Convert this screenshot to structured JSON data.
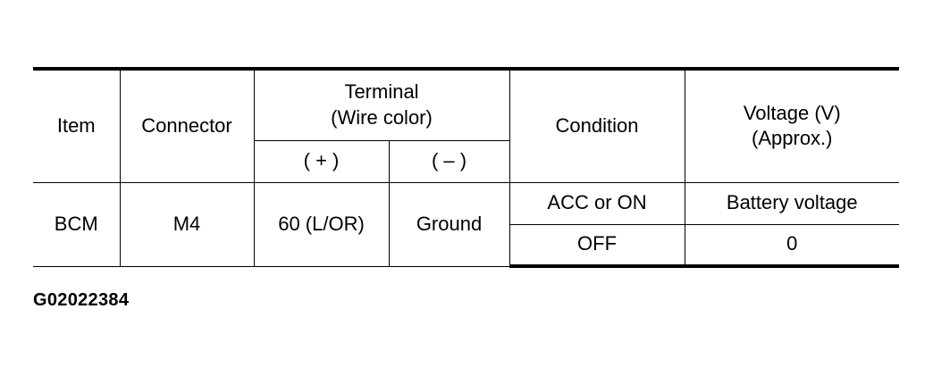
{
  "table": {
    "headers": {
      "item": "Item",
      "connector": "Connector",
      "terminal_line1": "Terminal",
      "terminal_line2": "(Wire color)",
      "terminal_plus": "( + )",
      "terminal_minus": "( – )",
      "condition": "Condition",
      "voltage_line1": "Voltage (V)",
      "voltage_line2": "(Approx.)"
    },
    "rows": [
      {
        "item": "BCM",
        "connector": "M4",
        "terminal_plus": "60 (L/OR)",
        "terminal_minus": "Ground",
        "conditions": [
          {
            "condition": "ACC or ON",
            "voltage": "Battery voltage"
          },
          {
            "condition": "OFF",
            "voltage": "0"
          }
        ]
      }
    ]
  },
  "figure_id": "G02022384"
}
